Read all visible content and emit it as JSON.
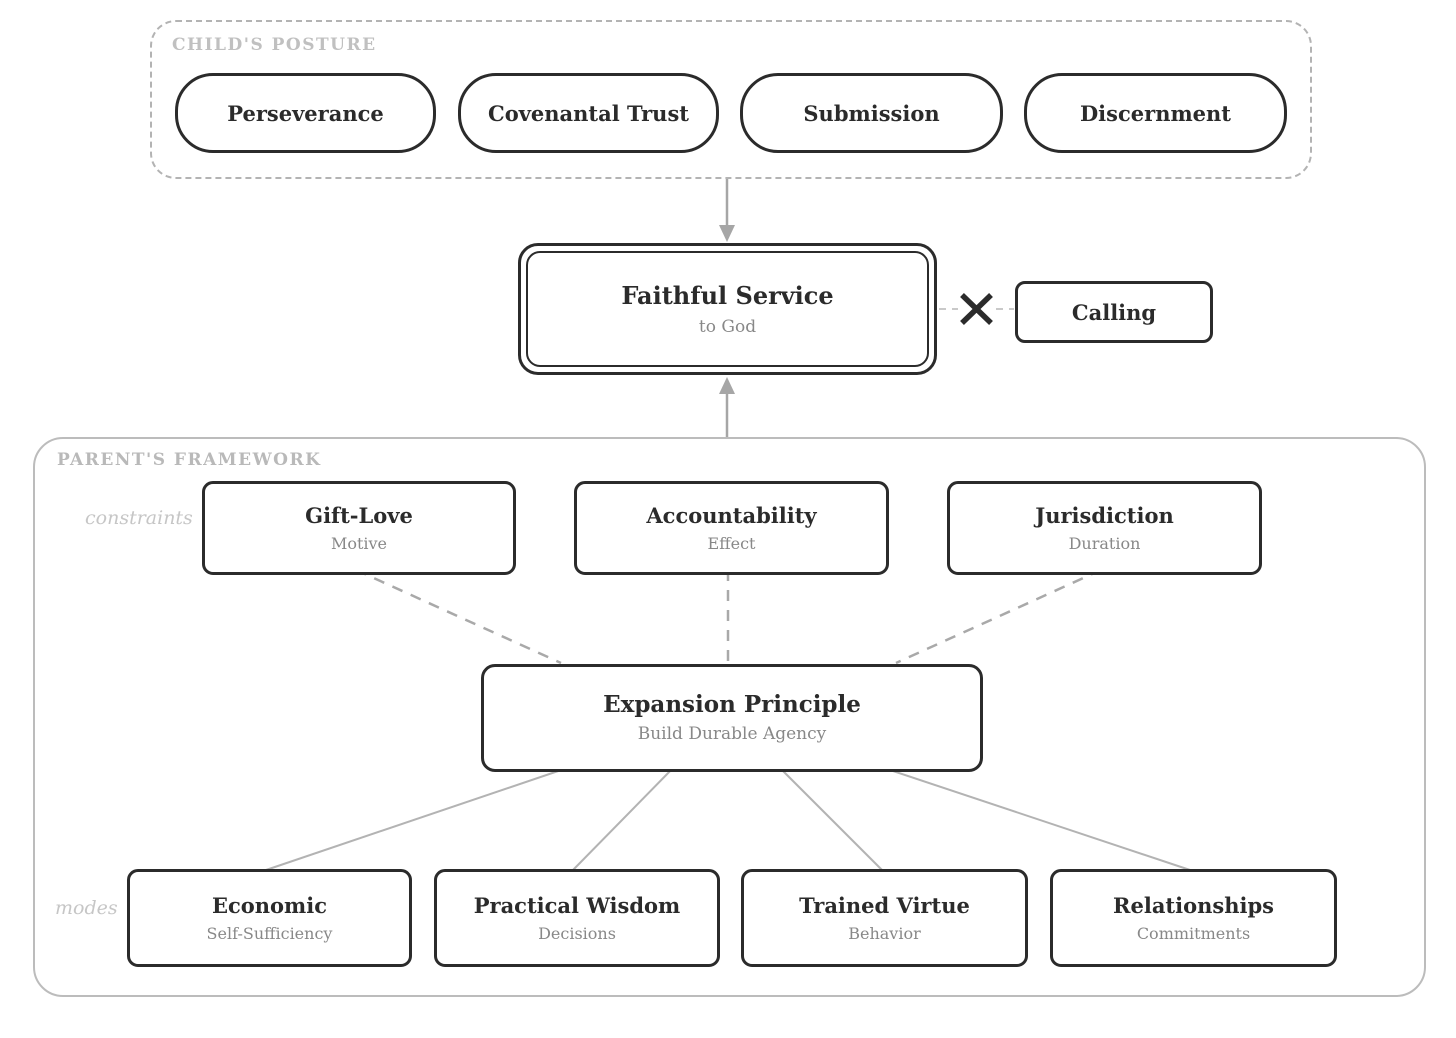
{
  "posture": {
    "label": "CHILD'S POSTURE",
    "items": [
      "Perseverance",
      "Covenantal Trust",
      "Submission",
      "Discernment"
    ]
  },
  "center": {
    "title": "Faithful Service",
    "subtitle": "to God",
    "calling_label": "Calling",
    "cross_symbol": "✕"
  },
  "framework": {
    "label": "PARENT'S FRAMEWORK",
    "constraints_label": "constraints",
    "modes_label": "modes",
    "constraints": [
      {
        "title": "Gift-Love",
        "subtitle": "Motive"
      },
      {
        "title": "Accountability",
        "subtitle": "Effect"
      },
      {
        "title": "Jurisdiction",
        "subtitle": "Duration"
      }
    ],
    "principle": {
      "title": "Expansion Principle",
      "subtitle": "Build Durable Agency"
    },
    "modes": [
      {
        "title": "Economic",
        "subtitle": "Self-Sufficiency"
      },
      {
        "title": "Practical Wisdom",
        "subtitle": "Decisions"
      },
      {
        "title": "Trained Virtue",
        "subtitle": "Behavior"
      },
      {
        "title": "Relationships",
        "subtitle": "Commitments"
      }
    ]
  },
  "colors": {
    "node_border": "#2b2b2b",
    "group_border_dashed": "#b3b3b3",
    "group_border_solid": "#bcbcbc",
    "subtitle_gray": "#888888",
    "label_gray": "#c0c0c0",
    "wire_gray": "#a6a6a6",
    "wire_light": "#b3b3b3"
  }
}
